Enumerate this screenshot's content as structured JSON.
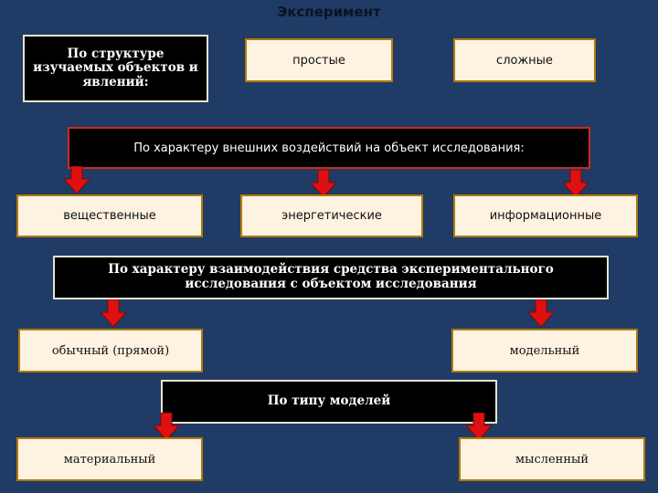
{
  "title": "Эксперимент",
  "structure": {
    "label": "По структуре изучаемых объектов и явлений:",
    "simple": "простые",
    "complex": "сложные"
  },
  "influence": {
    "label": "По характеру внешних воздействий на объект исследования:",
    "material": "вещественные",
    "energy": "энергетические",
    "information": "информационные"
  },
  "interaction": {
    "label": "По характеру взаимодействия средства экспериментального исследования с объектом исследования",
    "direct": "обычный (прямой)",
    "model": "модельный"
  },
  "models": {
    "label": "По типу моделей",
    "material": "материальный",
    "mental": "мысленный"
  },
  "colors": {
    "background": "#1f3b66",
    "arrow": "#e01010",
    "box_fill": "#fdf3e0",
    "box_border": "#b07a08"
  }
}
